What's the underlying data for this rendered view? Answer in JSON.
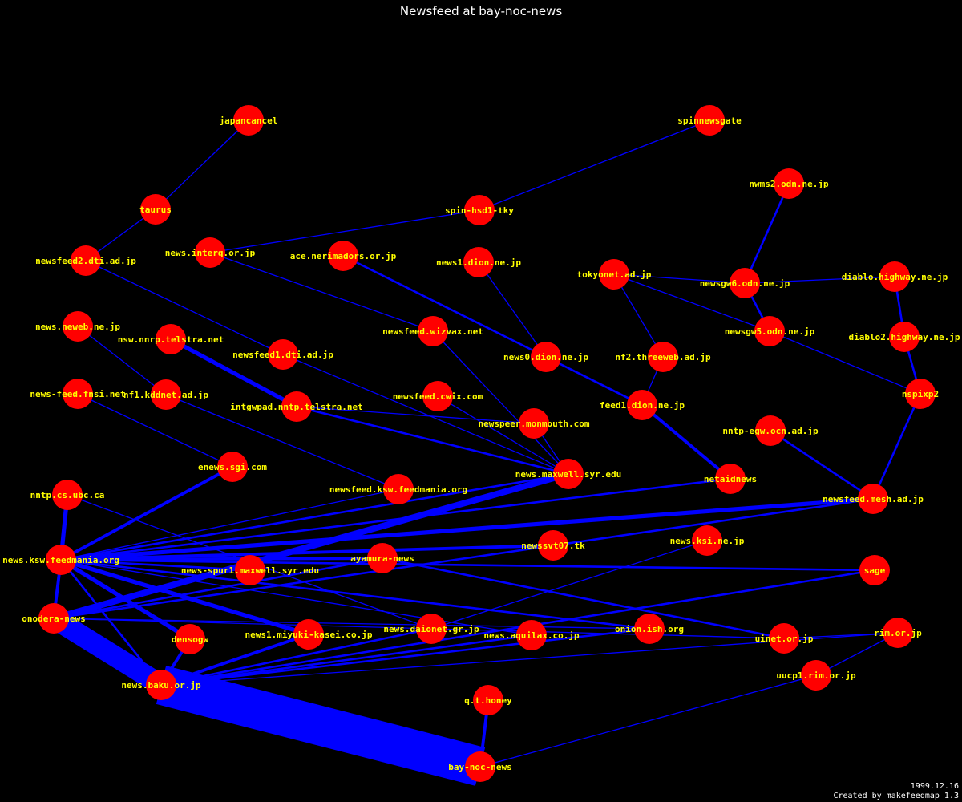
{
  "title": "Newsfeed at bay-noc-news",
  "footer": {
    "date": "1999.12.16",
    "credit": "Created by makefeedmap 1.3"
  },
  "colors": {
    "background": "#000000",
    "node": "#ff0000",
    "edge": "#0000ff",
    "label": "#ffff00",
    "text": "#ffffff"
  },
  "nodes": [
    {
      "id": "japancancel",
      "label": "japancancel"
    },
    {
      "id": "spinnewsgate",
      "label": "spinnewsgate"
    },
    {
      "id": "taurus",
      "label": "taurus"
    },
    {
      "id": "spin-hsd1-tky",
      "label": "spin-hsd1-tky"
    },
    {
      "id": "nwms2",
      "label": "nwms2.odn.ne.jp"
    },
    {
      "id": "newsfeed2-dti",
      "label": "newsfeed2.dti.ad.jp"
    },
    {
      "id": "news-interq",
      "label": "news.interq.or.jp"
    },
    {
      "id": "ace-nerimadors",
      "label": "ace.nerimadors.or.jp"
    },
    {
      "id": "news1-dion",
      "label": "news1.dion.ne.jp"
    },
    {
      "id": "tokyonet",
      "label": "tokyonet.ad.jp"
    },
    {
      "id": "newsgw6",
      "label": "newsgw6.odn.ne.jp"
    },
    {
      "id": "diablo",
      "label": "diablo.highway.ne.jp"
    },
    {
      "id": "news-neweb",
      "label": "news.neweb.ne.jp"
    },
    {
      "id": "newsfeed-wizvax",
      "label": "newsfeed.wizvax.net"
    },
    {
      "id": "newsgw5",
      "label": "newsgw5.odn.ne.jp"
    },
    {
      "id": "diablo2",
      "label": "diablo2.highway.ne.jp"
    },
    {
      "id": "nsw-nnrp",
      "label": "nsw.nnrp.telstra.net"
    },
    {
      "id": "newsfeed1-dti",
      "label": "newsfeed1.dti.ad.jp"
    },
    {
      "id": "news0-dion",
      "label": "news0.dion.ne.jp"
    },
    {
      "id": "nf2-threeweb",
      "label": "nf2.threeweb.ad.jp"
    },
    {
      "id": "news-feed-fnsi",
      "label": "news-feed.fnsi.net"
    },
    {
      "id": "nf1-kddnet",
      "label": "nf1.kddnet.ad.jp"
    },
    {
      "id": "newsfeed-cwix",
      "label": "newsfeed.cwix.com"
    },
    {
      "id": "nspixp2",
      "label": "nspixp2"
    },
    {
      "id": "intgwpad",
      "label": "intgwpad.nntp.telstra.net"
    },
    {
      "id": "feed1-dion",
      "label": "feed1.dion.ne.jp"
    },
    {
      "id": "newspeer-monmouth",
      "label": "newspeer.monmouth.com"
    },
    {
      "id": "nntp-egw",
      "label": "nntp-egw.ocn.ad.jp"
    },
    {
      "id": "enews-sgi",
      "label": "enews.sgi.com"
    },
    {
      "id": "news-maxwell",
      "label": "news.maxwell.syr.edu"
    },
    {
      "id": "netaidnews",
      "label": "netaidnews"
    },
    {
      "id": "newsfeed-ksw",
      "label": "newsfeed.ksw.feedmania.org"
    },
    {
      "id": "nntp-cs-ubc",
      "label": "nntp.cs.ubc.ca"
    },
    {
      "id": "newsfeed-mesh",
      "label": "newsfeed.mesh.ad.jp"
    },
    {
      "id": "newssvt07",
      "label": "newssvt07.tk"
    },
    {
      "id": "news-ksi",
      "label": "news.ksi.ne.jp"
    },
    {
      "id": "news-ksw",
      "label": "news.ksw.feedmania.org"
    },
    {
      "id": "ayamura",
      "label": "ayamura-news"
    },
    {
      "id": "news-spur1",
      "label": "news-spur1.maxwell.syr.edu"
    },
    {
      "id": "sage",
      "label": "sage"
    },
    {
      "id": "onodera",
      "label": "onodera-news"
    },
    {
      "id": "densogw",
      "label": "densogw"
    },
    {
      "id": "news1-miyuki",
      "label": "news1.miyuki-kasei.co.jp"
    },
    {
      "id": "news-daionet",
      "label": "news.daionet.gr.jp"
    },
    {
      "id": "news-aquilax",
      "label": "news.aquilax.co.jp"
    },
    {
      "id": "onion-ish",
      "label": "onion.ish.org"
    },
    {
      "id": "uinet",
      "label": "uinet.or.jp"
    },
    {
      "id": "rim",
      "label": "rim.or.jp"
    },
    {
      "id": "uucp1-rim",
      "label": "uucp1.rim.or.jp"
    },
    {
      "id": "news-baku",
      "label": "news.baku.or.jp"
    },
    {
      "id": "qthoney",
      "label": "q.t.honey"
    },
    {
      "id": "bay-noc",
      "label": "bay-noc-news"
    }
  ],
  "edges": [
    {
      "from": "japancancel",
      "to": "taurus",
      "weight": 1
    },
    {
      "from": "taurus",
      "to": "newsfeed2-dti",
      "weight": 1
    },
    {
      "from": "spinnewsgate",
      "to": "spin-hsd1-tky",
      "weight": 1
    },
    {
      "from": "spin-hsd1-tky",
      "to": "news-interq",
      "weight": 1
    },
    {
      "from": "nwms2",
      "to": "newsgw6",
      "weight": 2
    },
    {
      "from": "tokyonet",
      "to": "newsgw6",
      "weight": 1
    },
    {
      "from": "newsgw6",
      "to": "diablo",
      "weight": 1
    },
    {
      "from": "newsgw6",
      "to": "newsgw5",
      "weight": 2
    },
    {
      "from": "diablo",
      "to": "diablo2",
      "weight": 2
    },
    {
      "from": "diablo2",
      "to": "nspixp2",
      "weight": 2
    },
    {
      "from": "tokyonet",
      "to": "newsgw5",
      "weight": 1
    },
    {
      "from": "tokyonet",
      "to": "nf2-threeweb",
      "weight": 1
    },
    {
      "from": "newsgw5",
      "to": "nspixp2",
      "weight": 1
    },
    {
      "from": "nf2-threeweb",
      "to": "feed1-dion",
      "weight": 1
    },
    {
      "from": "nspixp2",
      "to": "newsfeed-mesh",
      "weight": 2
    },
    {
      "from": "nntp-egw",
      "to": "newsfeed-mesh",
      "weight": 2
    },
    {
      "from": "news1-dion",
      "to": "news0-dion",
      "weight": 1
    },
    {
      "from": "ace-nerimadors",
      "to": "news0-dion",
      "weight": 2
    },
    {
      "from": "news0-dion",
      "to": "feed1-dion",
      "weight": 2
    },
    {
      "from": "feed1-dion",
      "to": "netaidnews",
      "weight": 3
    },
    {
      "from": "news-interq",
      "to": "newsfeed-wizvax",
      "weight": 1
    },
    {
      "from": "newsfeed-wizvax",
      "to": "news-maxwell",
      "weight": 1
    },
    {
      "from": "newsfeed2-dti",
      "to": "newsfeed1-dti",
      "weight": 1
    },
    {
      "from": "newsfeed1-dti",
      "to": "news-maxwell",
      "weight": 1
    },
    {
      "from": "nsw-nnrp",
      "to": "intgwpad",
      "weight": 4
    },
    {
      "from": "intgwpad",
      "to": "news-maxwell",
      "weight": 2
    },
    {
      "from": "intgwpad",
      "to": "newspeer-monmouth",
      "weight": 1
    },
    {
      "from": "newsfeed-cwix",
      "to": "news-maxwell",
      "weight": 1
    },
    {
      "from": "newspeer-monmouth",
      "to": "news-maxwell",
      "weight": 1
    },
    {
      "from": "news-neweb",
      "to": "nf1-kddnet",
      "weight": 1
    },
    {
      "from": "nf1-kddnet",
      "to": "newsfeed-ksw",
      "weight": 1
    },
    {
      "from": "news-feed-fnsi",
      "to": "enews-sgi",
      "weight": 1
    },
    {
      "from": "enews-sgi",
      "to": "news-ksw",
      "weight": 3
    },
    {
      "from": "news-maxwell",
      "to": "onodera",
      "weight": 6
    },
    {
      "from": "news-maxwell",
      "to": "news-ksw",
      "weight": 2
    },
    {
      "from": "netaidnews",
      "to": "news-ksw",
      "weight": 2
    },
    {
      "from": "newsfeed-ksw",
      "to": "news-ksw",
      "weight": 1
    },
    {
      "from": "nntp-cs-ubc",
      "to": "news-ksw",
      "weight": 4
    },
    {
      "from": "nntp-cs-ubc",
      "to": "news-daionet",
      "weight": 1
    },
    {
      "from": "newsfeed-mesh",
      "to": "news-ksw",
      "weight": 4
    },
    {
      "from": "newsfeed-mesh",
      "to": "onodera",
      "weight": 2
    },
    {
      "from": "newssvt07",
      "to": "news-ksw",
      "weight": 3
    },
    {
      "from": "ayamura",
      "to": "news-ksw",
      "weight": 3
    },
    {
      "from": "ayamura",
      "to": "onodera",
      "weight": 2
    },
    {
      "from": "ayamura",
      "to": "uinet",
      "weight": 2
    },
    {
      "from": "news-spur1",
      "to": "news-ksw",
      "weight": 2
    },
    {
      "from": "sage",
      "to": "news-ksw",
      "weight": 2
    },
    {
      "from": "sage",
      "to": "news-baku",
      "weight": 2
    },
    {
      "from": "news-ksi",
      "to": "news-daionet",
      "weight": 1
    },
    {
      "from": "news-ksw",
      "to": "onodera",
      "weight": 3
    },
    {
      "from": "news-ksw",
      "to": "densogw",
      "weight": 4
    },
    {
      "from": "news-ksw",
      "to": "news1-miyuki",
      "weight": 4
    },
    {
      "from": "news-ksw",
      "to": "news-aquilax",
      "weight": 1
    },
    {
      "from": "news-ksw",
      "to": "onion-ish",
      "weight": 2
    },
    {
      "from": "news-ksw",
      "to": "news-baku",
      "weight": 2
    },
    {
      "from": "onodera",
      "to": "news-baku",
      "weight": 20
    },
    {
      "from": "onodera",
      "to": "onion-ish",
      "weight": 1
    },
    {
      "from": "onodera",
      "to": "uinet",
      "weight": 1
    },
    {
      "from": "densogw",
      "to": "news-baku",
      "weight": 3
    },
    {
      "from": "news1-miyuki",
      "to": "news-baku",
      "weight": 3
    },
    {
      "from": "news-daionet",
      "to": "news-baku",
      "weight": 2
    },
    {
      "from": "news-aquilax",
      "to": "news-baku",
      "weight": 2
    },
    {
      "from": "onion-ish",
      "to": "news-baku",
      "weight": 2
    },
    {
      "from": "rim",
      "to": "news-baku",
      "weight": 1
    },
    {
      "from": "rim",
      "to": "uinet",
      "weight": 1
    },
    {
      "from": "rim",
      "to": "uucp1-rim",
      "weight": 1
    },
    {
      "from": "uucp1-rim",
      "to": "bay-noc",
      "weight": 1
    },
    {
      "from": "news-baku",
      "to": "bay-noc",
      "weight": 38
    },
    {
      "from": "qthoney",
      "to": "bay-noc",
      "weight": 3
    }
  ]
}
